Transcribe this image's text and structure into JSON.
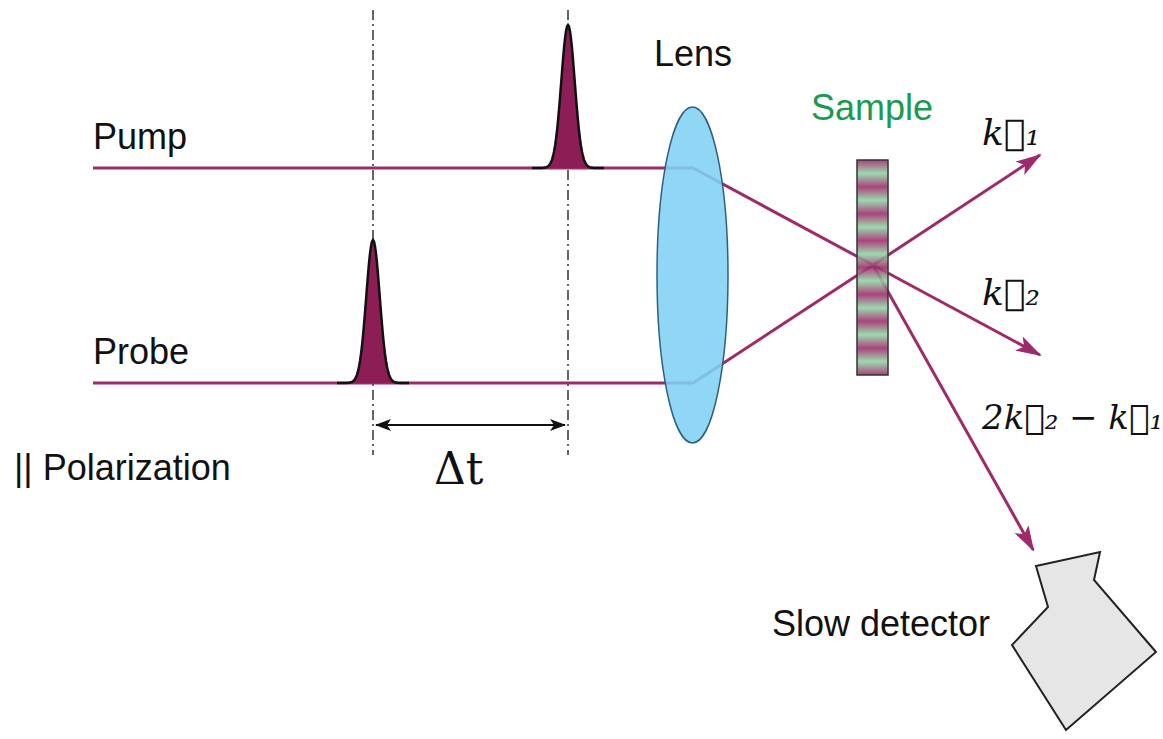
{
  "diagram": {
    "nodes": [
      {
        "text": [
          "Lens"
        ]
      },
      {
        "text": [
          "Sample"
        ]
      },
      {
        "text": [
          "Slow detector"
        ]
      }
    ],
    "edges": [
      {
        "from": 1,
        "to": 2,
        "arrow": "to",
        "label": "2k⃗₂ − k⃗₁"
      }
    ],
    "labels": [
      "Pump",
      "Probe",
      "|| Polarization",
      "Δt",
      "k⃗₁",
      "k⃗₂"
    ]
  }
}
